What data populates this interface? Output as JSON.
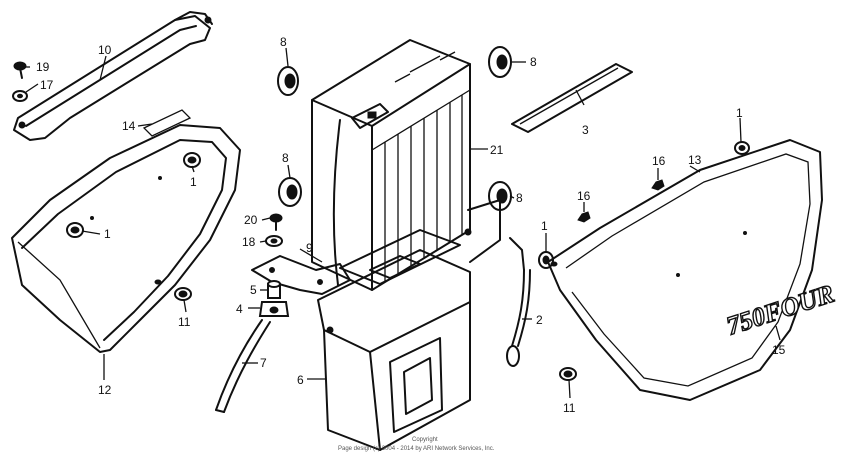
{
  "labels": {
    "l1": "1",
    "l1b": "1",
    "l1c": "1",
    "l1d": "1",
    "l2": "2",
    "l3": "3",
    "l4": "4",
    "l5": "5",
    "l6": "6",
    "l7": "7",
    "l8": "8",
    "l8b": "8",
    "l8c": "8",
    "l8d": "8",
    "l9": "9",
    "l10": "10",
    "l11": "11",
    "l11b": "11",
    "l12": "12",
    "l13": "13",
    "l14": "14",
    "l15": "15",
    "l16": "16",
    "l16b": "16",
    "l17": "17",
    "l18": "18",
    "l19": "19",
    "l20": "20",
    "l21": "21"
  },
  "emblem_text": "750FOUR",
  "copyright_line1": "Copyright",
  "copyright_line2": "Page design (c) 2004 - 2014 by ARI Network Services, Inc."
}
